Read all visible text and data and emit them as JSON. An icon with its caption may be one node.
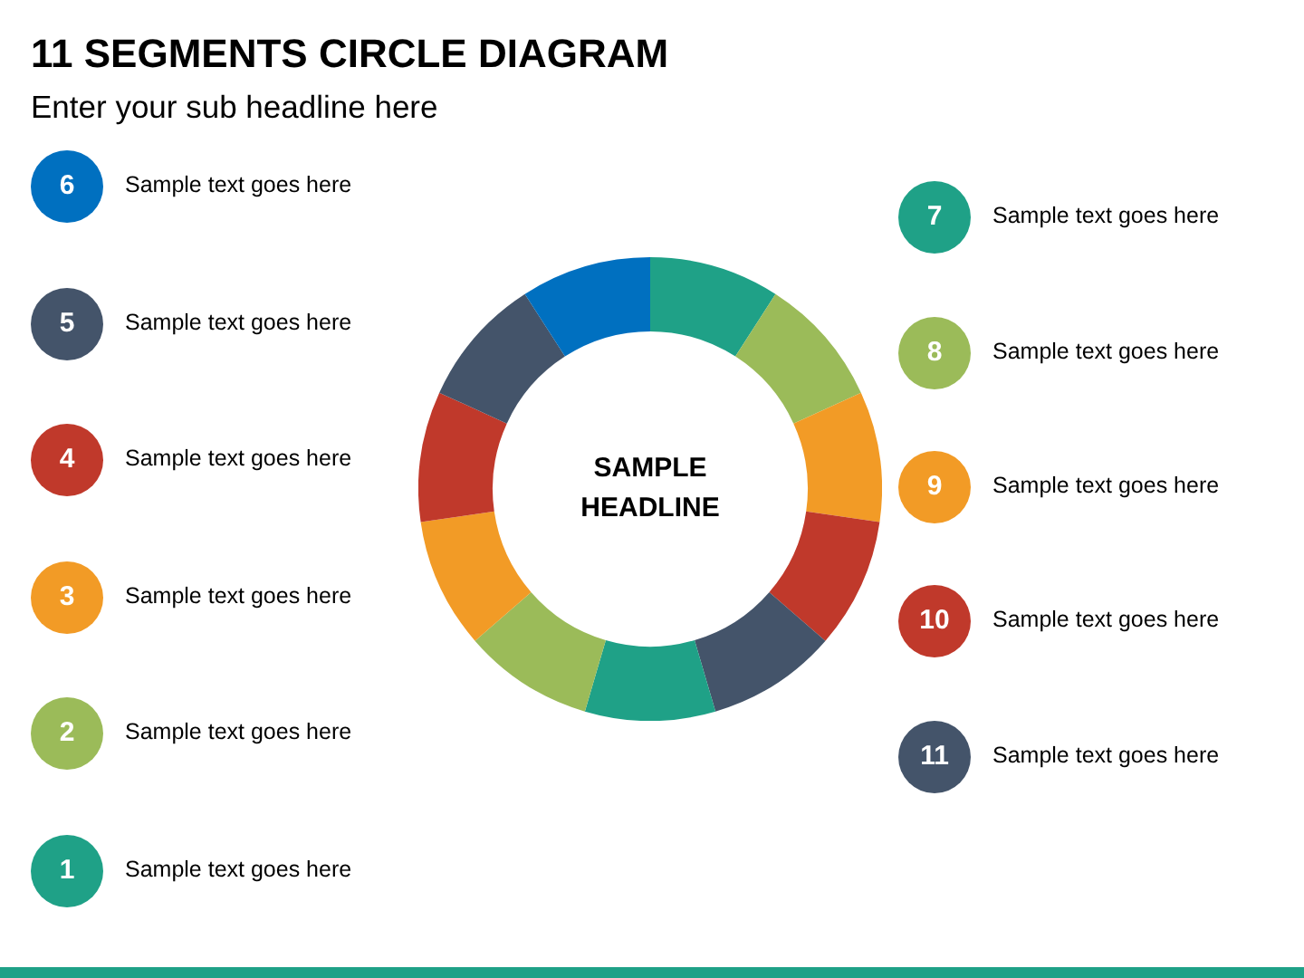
{
  "diagram": {
    "title": "11 SEGMENTS CIRCLE DIAGRAM",
    "nodes": [
      {
        "text": [
          "6"
        ],
        "beside": [
          "Sample text goes here"
        ]
      },
      {
        "text": [
          "5"
        ],
        "beside": [
          "Sample text goes here"
        ]
      },
      {
        "text": [
          "4"
        ],
        "beside": [
          "Sample text goes here"
        ]
      },
      {
        "text": [
          "3"
        ],
        "beside": [
          "Sample text goes here"
        ]
      },
      {
        "text": [
          "2"
        ],
        "beside": [
          "Sample text goes here"
        ]
      },
      {
        "text": [
          "1"
        ],
        "beside": [
          "Sample text goes here"
        ]
      },
      {
        "text": [
          "SAMPLE HEADLINE"
        ]
      },
      {
        "text": [
          "7"
        ],
        "beside": [
          "Sample text goes here"
        ]
      },
      {
        "text": [
          "8"
        ],
        "beside": [
          "Sample text goes here"
        ]
      },
      {
        "text": [
          "9"
        ],
        "beside": [
          "Sample text goes here"
        ]
      },
      {
        "text": [
          "10"
        ],
        "beside": [
          "Sample text goes here"
        ]
      },
      {
        "text": [
          "11"
        ],
        "beside": [
          "Sample text goes here"
        ]
      }
    ],
    "labels": [
      "Enter your sub headline here"
    ]
  }
}
